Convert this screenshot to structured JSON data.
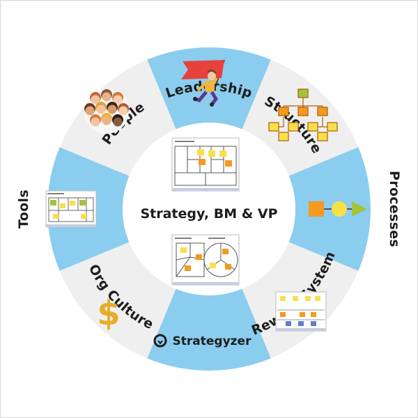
{
  "center": {
    "label": "Strategy, BM & VP"
  },
  "segments": [
    {
      "label": "Leadership",
      "icon": "leader-flag-icon"
    },
    {
      "label": "Structure",
      "icon": "org-chart-icon"
    },
    {
      "label": "Processes",
      "icon": "process-flow-icon"
    },
    {
      "label": "Org Culture",
      "icon": "culture-board-icon"
    },
    {
      "label": "Strategyzer",
      "icon": "strategyzer-logo"
    },
    {
      "label": "Reward System",
      "icon": "dollar-icon"
    },
    {
      "label": "Tools",
      "icon": "canvas-tool-icon"
    },
    {
      "label": "People",
      "icon": "people-crowd-icon"
    }
  ],
  "colors": {
    "blue": "#8bcdef",
    "grey": "#efefef",
    "sticky_yellow": "#f9e04a",
    "sticky_orange": "#f39a1f",
    "green": "#a3c33c",
    "dollar": "#e5ad2b",
    "flag": "#e8413c"
  }
}
